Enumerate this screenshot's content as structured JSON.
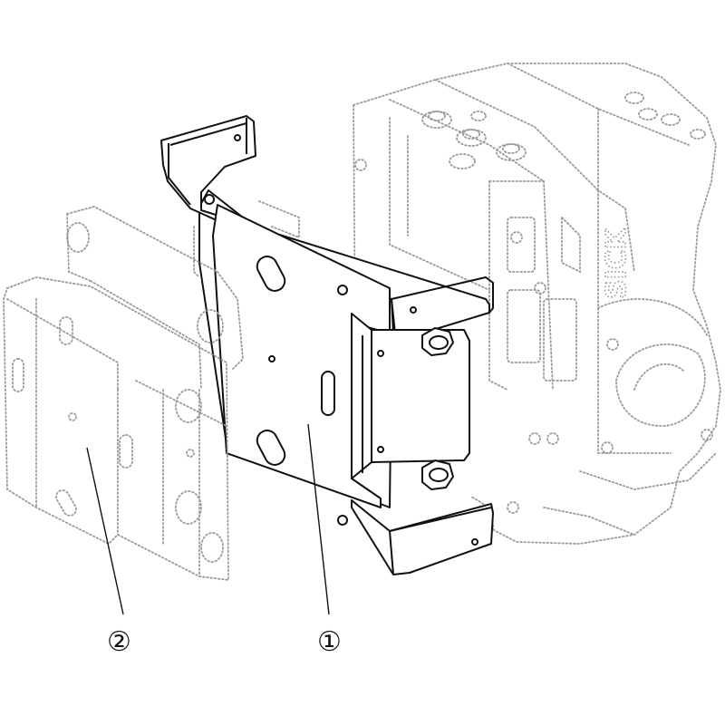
{
  "callouts": [
    {
      "label": "①"
    },
    {
      "label": "②"
    }
  ],
  "brand_text": "SICK",
  "colors": {
    "solid_line": "#111111",
    "dashed_line": "#9a9a9a",
    "background": "#ffffff"
  }
}
